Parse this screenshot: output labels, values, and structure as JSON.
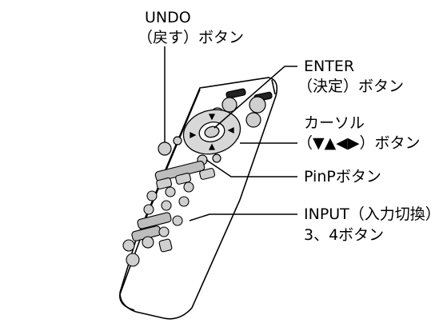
{
  "callouts": {
    "undo": {
      "line1": "UNDO",
      "line2": "（戻す）ボタン"
    },
    "enter": {
      "line1": "ENTER",
      "line2": "（決定）ボタン"
    },
    "cursor": {
      "line1": "カーソル",
      "line2": "（▼▲◀▶）ボタン"
    },
    "pinp": {
      "line1": "PinPボタン"
    },
    "input": {
      "line1": "INPUT（入力切換）",
      "line2": "3、4ボタン"
    }
  },
  "colors": {
    "line": "#000000",
    "remote_body": "#ffffff",
    "button_gray": "#cfcfcf"
  },
  "icons": {
    "remote": "remote-control-illustration"
  }
}
